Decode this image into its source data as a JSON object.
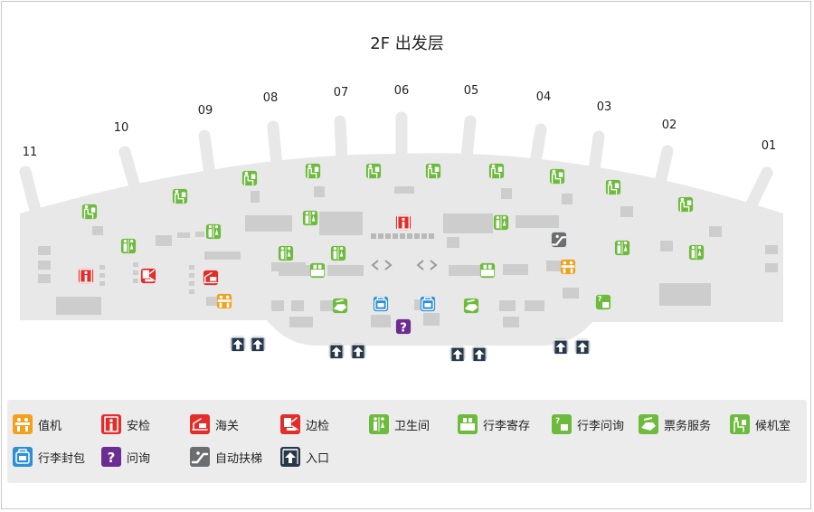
{
  "title": "2F 出发层",
  "gates": [
    {
      "label": "11"
    },
    {
      "label": "10"
    },
    {
      "label": "09"
    },
    {
      "label": "08"
    },
    {
      "label": "07"
    },
    {
      "label": "06"
    },
    {
      "label": "05"
    },
    {
      "label": "04"
    },
    {
      "label": "03"
    },
    {
      "label": "02"
    },
    {
      "label": "01"
    }
  ],
  "legend": [
    {
      "key": "checkin",
      "label": "值机",
      "color": "#f2a01d",
      "icon": "checkin-icon"
    },
    {
      "key": "security",
      "label": "安检",
      "color": "#e22d2a",
      "icon": "security-icon"
    },
    {
      "key": "customs",
      "label": "海关",
      "color": "#e22d2a",
      "icon": "customs-icon"
    },
    {
      "key": "border",
      "label": "边检",
      "color": "#e22d2a",
      "icon": "border-check-icon"
    },
    {
      "key": "restroom",
      "label": "卫生间",
      "color": "#6cbb3c",
      "icon": "restroom-icon"
    },
    {
      "key": "storage",
      "label": "行李寄存",
      "color": "#6cbb3c",
      "icon": "luggage-storage-icon"
    },
    {
      "key": "baginquiry",
      "label": "行李问询",
      "color": "#6cbb3c",
      "icon": "luggage-inquiry-icon"
    },
    {
      "key": "ticket",
      "label": "票务服务",
      "color": "#6cbb3c",
      "icon": "ticket-service-icon"
    },
    {
      "key": "lounge",
      "label": "候机室",
      "color": "#6cbb3c",
      "icon": "waiting-room-icon"
    },
    {
      "key": "wrap",
      "label": "行李封包",
      "color": "#2e8fd6",
      "icon": "luggage-wrap-icon"
    },
    {
      "key": "info",
      "label": "问询",
      "color": "#6b2d91",
      "icon": "information-icon"
    },
    {
      "key": "escalator",
      "label": "自动扶梯",
      "color": "#6d6e71",
      "icon": "escalator-icon"
    },
    {
      "key": "entrance",
      "label": "入口",
      "color": "#273849",
      "icon": "entrance-icon"
    }
  ]
}
